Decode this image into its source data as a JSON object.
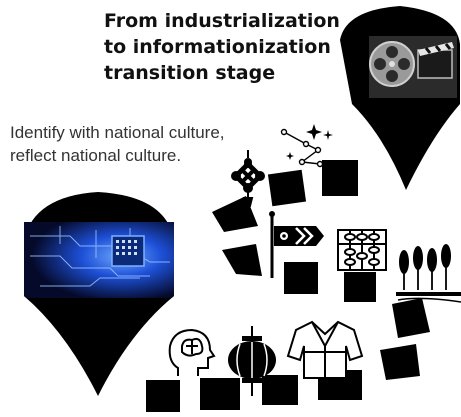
{
  "heading": {
    "line1": "From industrialization",
    "line2": "to informationization",
    "line3": "transition stage"
  },
  "caption": {
    "line1": "Identify with national culture,",
    "line2": "reflect national culture."
  },
  "palette": {
    "ink": "#000000",
    "background": "#ffffff",
    "circuit_glow": "#2f6bff",
    "film_grey": "#8a8a8a"
  },
  "pins": [
    {
      "name": "film-reel-pin",
      "image": "film-reel-and-clapperboard"
    },
    {
      "name": "circuit-board-pin",
      "image": "glowing-blue-circuit-board"
    }
  ],
  "path_icons": [
    "constellation-icon",
    "chinese-knot-icon",
    "carp-streamer-icon",
    "abacus-icon",
    "wheat-field-icon",
    "brain-head-icon",
    "chinese-lantern-icon",
    "hanfu-robe-icon"
  ]
}
